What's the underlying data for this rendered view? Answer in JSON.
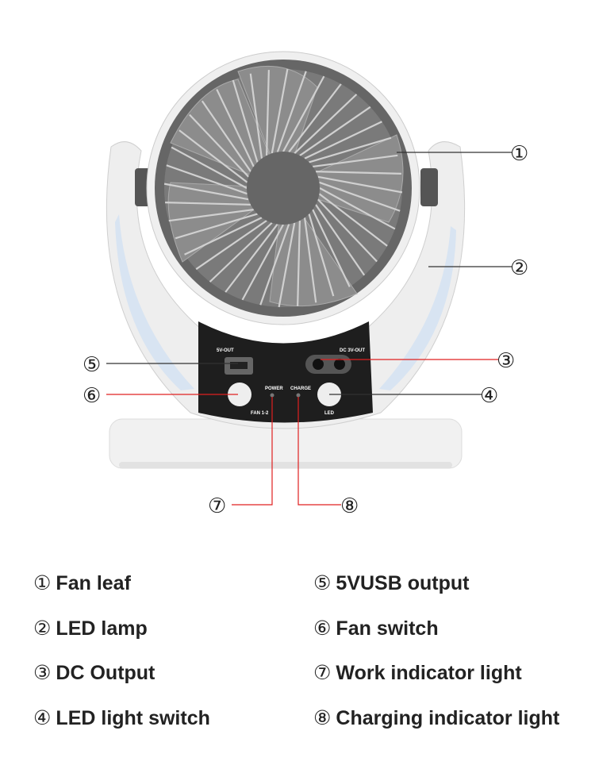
{
  "panel": {
    "usb_label": "5V-OUT",
    "dc_label": "DC 3V-OUT",
    "power_label": "POWER",
    "charge_label": "CHARGE",
    "fan_label": "FAN 1-2",
    "led_label": "LED"
  },
  "callouts": [
    "①",
    "②",
    "③",
    "④",
    "⑤",
    "⑥",
    "⑦",
    "⑧"
  ],
  "legend": [
    {
      "num": "①",
      "text": "Fan leaf"
    },
    {
      "num": "②",
      "text": "LED lamp"
    },
    {
      "num": "③",
      "text": "DC Output"
    },
    {
      "num": "④",
      "text": "LED light switch"
    },
    {
      "num": "⑤",
      "text": "5VUSB output"
    },
    {
      "num": "⑥",
      "text": "Fan switch"
    },
    {
      "num": "⑦",
      "text": "Work indicator light"
    },
    {
      "num": "⑧",
      "text": "Charging indicator light"
    }
  ]
}
